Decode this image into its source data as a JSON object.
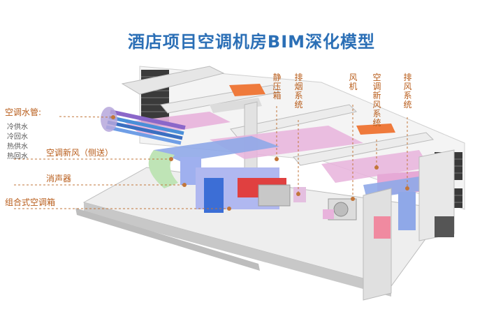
{
  "title": "酒店项目空调机房BIM深化模型",
  "colors": {
    "title": "#2b6fb6",
    "label": "#b85c1a",
    "legend_text": "#555555",
    "leader": "#c2763a",
    "duct_pink": "#e8b3dc",
    "duct_blue": "#8fa8e8",
    "equipment_red": "#e04040",
    "damper_orange": "#ef7a3c",
    "structure_gray": "#d9d9d9"
  },
  "left_labels": {
    "water_pipes": "空调水管:",
    "pipe_items": [
      "冷供水",
      "冷回水",
      "热供水",
      "热回水"
    ],
    "fresh_air_side": "空调新风（侧送）",
    "muffler": "消声器",
    "ahu": "组合式空调箱"
  },
  "top_labels": {
    "plenum": [
      "静",
      "压",
      "箱"
    ],
    "smoke_exhaust": [
      "排",
      "烟",
      "系",
      "统"
    ],
    "fan": [
      "风",
      "机"
    ],
    "fresh_air_system": [
      "空",
      "调",
      "新",
      "风",
      "系",
      "统"
    ],
    "exhaust_system": [
      "排",
      "风",
      "系",
      "统"
    ]
  }
}
